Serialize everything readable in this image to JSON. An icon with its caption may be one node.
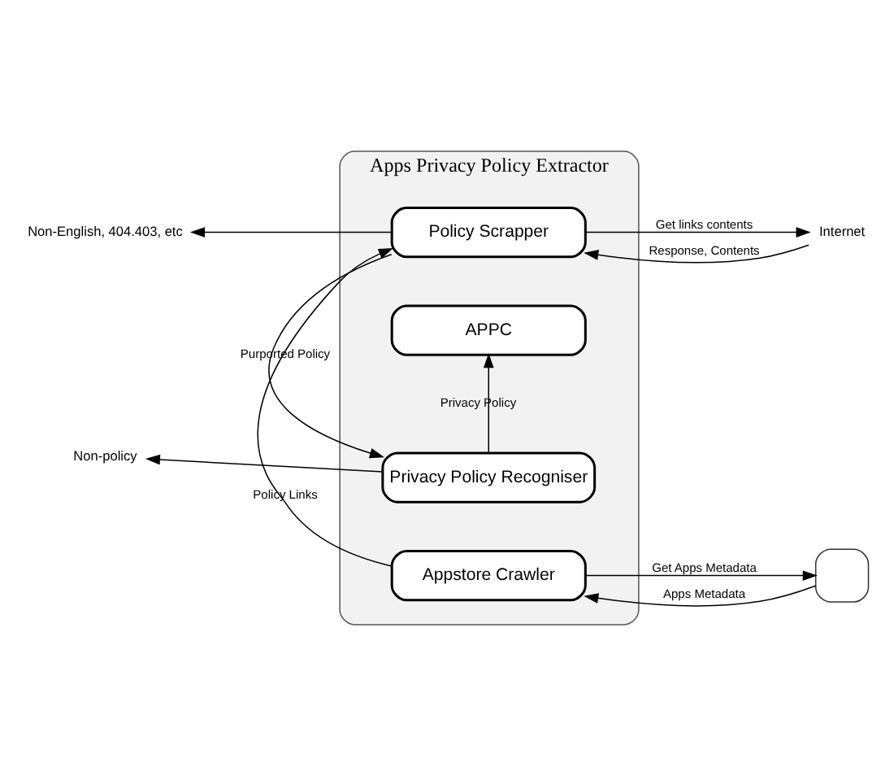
{
  "diagram": {
    "nodes": [
      {
        "text": [
          "Apps Privacy Policy Extractor"
        ]
      },
      {
        "text": [
          "Appstore Crawler"
        ],
        "in": 0
      },
      {
        "text": [
          "Policy Scrapper"
        ],
        "in": 0
      },
      {
        "text": [
          "Privacy Policy Recogniser"
        ],
        "in": 0
      },
      {
        "text": [
          "APPC"
        ],
        "in": 0
      },
      {
        "text": [],
        "shape": "box"
      },
      {
        "text": [
          "Internet"
        ]
      },
      {
        "text": [
          "Non-English, 404.403, etc"
        ]
      },
      {
        "text": [
          "Non-policy"
        ]
      }
    ],
    "edges": [
      {
        "from": 1,
        "to": 5,
        "arrow": "to",
        "label": "Get Apps Metadata"
      },
      {
        "from": 5,
        "to": 1,
        "arrow": "to",
        "label": "Apps Metadata"
      },
      {
        "from": 1,
        "to": 2,
        "arrow": "to",
        "label": "Policy Links"
      },
      {
        "from": 2,
        "to": 6,
        "arrow": "to",
        "label": "Get links contents"
      },
      {
        "from": 6,
        "to": 2,
        "arrow": "to",
        "label": "Response, Contents"
      },
      {
        "from": 2,
        "to": 7,
        "arrow": "to"
      },
      {
        "from": 2,
        "to": 3,
        "arrow": "to",
        "label": "Purported Policy"
      },
      {
        "from": 3,
        "to": 8,
        "arrow": "to"
      },
      {
        "from": 3,
        "to": 4,
        "arrow": "to",
        "label": "Privacy Policy"
      }
    ]
  }
}
